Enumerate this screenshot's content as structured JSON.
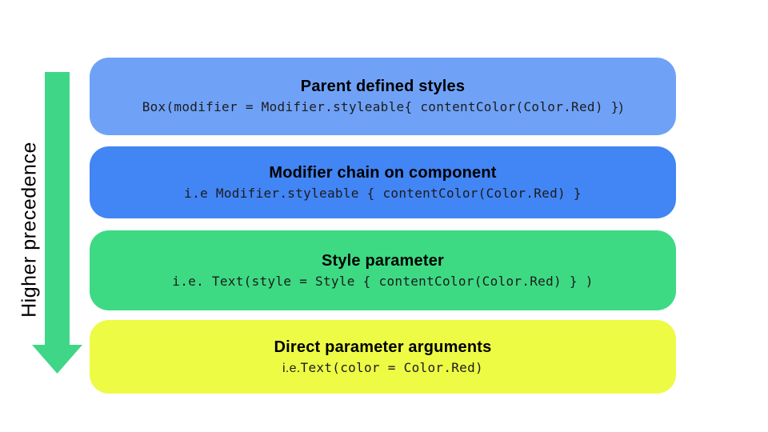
{
  "slide": {
    "background_color": "#FFFFFF"
  },
  "precedence_arrow": {
    "label": "Higher precedence",
    "direction": "down",
    "color": "#3FD787"
  },
  "boxes": [
    {
      "title": "Parent defined styles",
      "code": "Box(modifier = Modifier.styleable{ contentColor(Color.Red) }",
      "code_suffix": ")",
      "color": "#6FA2F7"
    },
    {
      "title": "Modifier chain on component",
      "code": "i.e Modifier.styleable { contentColor(Color.Red) }",
      "color": "#4285F4"
    },
    {
      "title": "Style parameter",
      "code": "i.e. Text(style = Style { contentColor(Color.Red) } )",
      "color": "#3DDA83"
    },
    {
      "title": "Direct parameter arguments",
      "code_prefix": "i.e.",
      "code": "Text(color = Color.Red)",
      "color": "#EDFB45"
    }
  ]
}
